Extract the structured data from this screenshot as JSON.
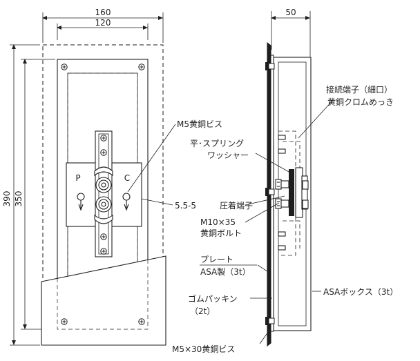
{
  "dimensions": {
    "width_outer": "160",
    "width_inner": "120",
    "height_outer": "390",
    "height_inner": "350",
    "depth": "50"
  },
  "terminals": {
    "p": "P",
    "c": "C"
  },
  "labels": {
    "m5_brass_screw": "M5黄銅ビス",
    "flat_spring_washer_1": "平･スプリング",
    "flat_spring_washer_2": "ワッシャー",
    "crimp_terminal_size": "5.5-5",
    "crimp_terminal": "圧着端子",
    "m10_bolt_1": "M10×35",
    "m10_bolt_2": "黄銅ボルト",
    "plate_1": "プレート",
    "plate_2": "ASA製（3t）",
    "rubber_packing_1": "ゴムパッキン",
    "rubber_packing_2": "（2t）",
    "m5x30_screw": "M5×30黄銅ビス",
    "connection_terminal_1": "接続端子（細口）",
    "connection_terminal_2": "黄銅クロムめっき",
    "asa_box": "ASAボックス（3t）"
  }
}
